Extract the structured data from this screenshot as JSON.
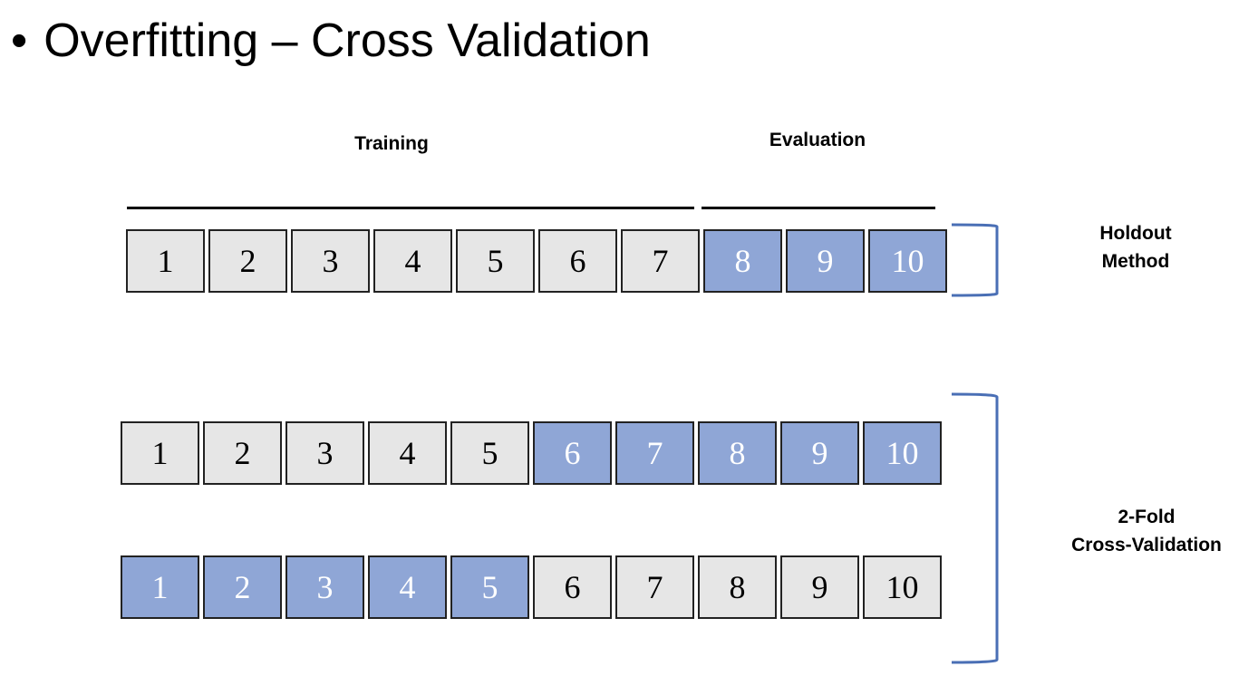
{
  "slide": {
    "bullet": "•",
    "title": "Overfitting – Cross Validation"
  },
  "headers": {
    "training": "Training",
    "evaluation": "Evaluation"
  },
  "groups": {
    "holdout": [
      "Holdout",
      "Method"
    ],
    "cross_validation": [
      "2-Fold",
      "Cross-Validation"
    ]
  },
  "rows": [
    {
      "name": "holdout-row",
      "cells": [
        {
          "label": "1",
          "role": "train"
        },
        {
          "label": "2",
          "role": "train"
        },
        {
          "label": "3",
          "role": "train"
        },
        {
          "label": "4",
          "role": "train"
        },
        {
          "label": "5",
          "role": "train"
        },
        {
          "label": "6",
          "role": "train"
        },
        {
          "label": "7",
          "role": "train"
        },
        {
          "label": "8",
          "role": "eval"
        },
        {
          "label": "9",
          "role": "eval"
        },
        {
          "label": "10",
          "role": "eval"
        }
      ]
    },
    {
      "name": "fold-1-row",
      "cells": [
        {
          "label": "1",
          "role": "train"
        },
        {
          "label": "2",
          "role": "train"
        },
        {
          "label": "3",
          "role": "train"
        },
        {
          "label": "4",
          "role": "train"
        },
        {
          "label": "5",
          "role": "train"
        },
        {
          "label": "6",
          "role": "eval"
        },
        {
          "label": "7",
          "role": "eval"
        },
        {
          "label": "8",
          "role": "eval"
        },
        {
          "label": "9",
          "role": "eval"
        },
        {
          "label": "10",
          "role": "eval"
        }
      ]
    },
    {
      "name": "fold-2-row",
      "cells": [
        {
          "label": "1",
          "role": "eval"
        },
        {
          "label": "2",
          "role": "eval"
        },
        {
          "label": "3",
          "role": "eval"
        },
        {
          "label": "4",
          "role": "eval"
        },
        {
          "label": "5",
          "role": "eval"
        },
        {
          "label": "6",
          "role": "train"
        },
        {
          "label": "7",
          "role": "train"
        },
        {
          "label": "8",
          "role": "train"
        },
        {
          "label": "9",
          "role": "train"
        },
        {
          "label": "10",
          "role": "train"
        }
      ]
    }
  ],
  "colors": {
    "train": "#e6e6e6",
    "eval": "#8fa6d6",
    "bracket": "#4a6fb5"
  }
}
